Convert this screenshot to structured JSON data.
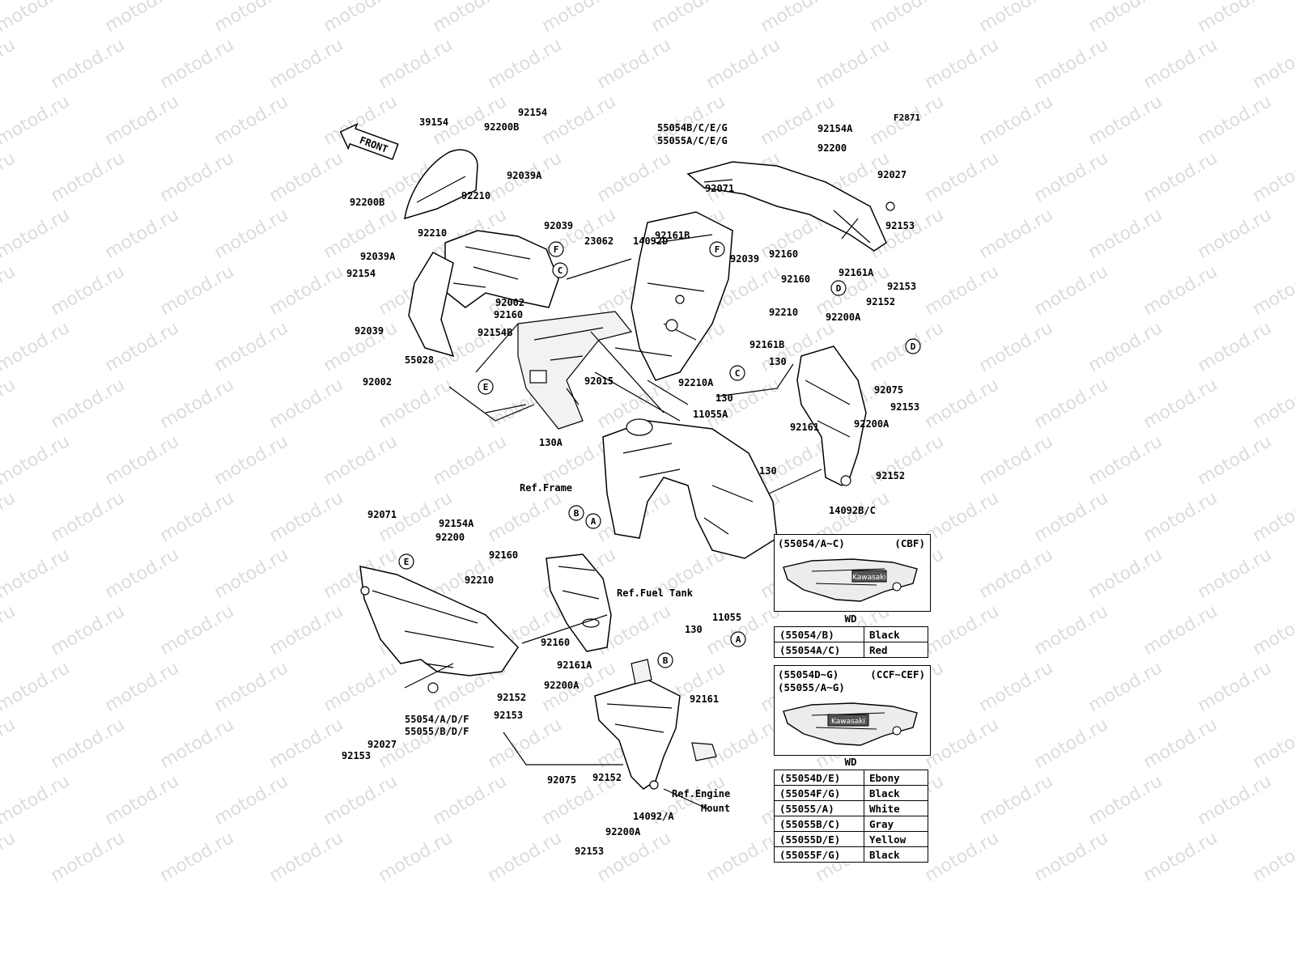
{
  "diagram_code": "F2871",
  "front_label": "FRONT",
  "watermark": "motod.ru",
  "parts": [
    {
      "text": "39154"
    },
    {
      "text": "92200B"
    },
    {
      "text": "92154"
    },
    {
      "text": "92039A"
    },
    {
      "text": "92210"
    },
    {
      "text": "92039"
    },
    {
      "text": "92200B"
    },
    {
      "text": "92210"
    },
    {
      "text": "92154"
    },
    {
      "text": "92039A"
    },
    {
      "text": "92002"
    },
    {
      "text": "92160"
    },
    {
      "text": "92039"
    },
    {
      "text": "92154B"
    },
    {
      "text": "55028"
    },
    {
      "text": "92002"
    },
    {
      "text": "23062"
    },
    {
      "text": "14092D"
    },
    {
      "text": "92161B"
    },
    {
      "text": "92039"
    },
    {
      "text": "55054B/C/E/G"
    },
    {
      "text": "55055A/C/E/G"
    },
    {
      "text": "92154A"
    },
    {
      "text": "92200"
    },
    {
      "text": "92027"
    },
    {
      "text": "92071"
    },
    {
      "text": "92153"
    },
    {
      "text": "92160"
    },
    {
      "text": "92160"
    },
    {
      "text": "92161A"
    },
    {
      "text": "92210"
    },
    {
      "text": "92153"
    },
    {
      "text": "92200A"
    },
    {
      "text": "92152"
    },
    {
      "text": "92161B"
    },
    {
      "text": "130"
    },
    {
      "text": "92210A"
    },
    {
      "text": "92015"
    },
    {
      "text": "130"
    },
    {
      "text": "11055A"
    },
    {
      "text": "92075"
    },
    {
      "text": "92153"
    },
    {
      "text": "92200A"
    },
    {
      "text": "92161"
    },
    {
      "text": "130A"
    },
    {
      "text": "130"
    },
    {
      "text": "92152"
    },
    {
      "text": "Ref.Frame"
    },
    {
      "text": "14092B/C"
    },
    {
      "text": "92071"
    },
    {
      "text": "92154A"
    },
    {
      "text": "92200"
    },
    {
      "text": "92160"
    },
    {
      "text": "92210"
    },
    {
      "text": "Ref.Fuel Tank"
    },
    {
      "text": "11055"
    },
    {
      "text": "130"
    },
    {
      "text": "92160"
    },
    {
      "text": "92161A"
    },
    {
      "text": "92200A"
    },
    {
      "text": "92152"
    },
    {
      "text": "92161"
    },
    {
      "text": "92153"
    },
    {
      "text": "55054/A/D/F"
    },
    {
      "text": "55055/B/D/F"
    },
    {
      "text": "92027"
    },
    {
      "text": "92153"
    },
    {
      "text": "92075"
    },
    {
      "text": "92152"
    },
    {
      "text": "Ref.Engine"
    },
    {
      "text": "Mount"
    },
    {
      "text": "14092/A"
    },
    {
      "text": "92200A"
    },
    {
      "text": "92153"
    }
  ],
  "callouts": [
    "F",
    "C",
    "F",
    "E",
    "D",
    "D",
    "C",
    "B",
    "A",
    "E",
    "B",
    "A"
  ],
  "variant_box_1": {
    "header_left": "(55054/A~C)",
    "header_right": "(CBF)",
    "decal_text": "Kawasaki",
    "wd_label": "WD",
    "rows": [
      {
        "code": "(55054/B)",
        "color": "Black"
      },
      {
        "code": "(55054A/C)",
        "color": "Red"
      }
    ]
  },
  "variant_box_2": {
    "header_line1_left": "(55054D~G)",
    "header_line1_right": "(CCF~CEF)",
    "header_line2": "(55055/A~G)",
    "decal_text": "Kawasaki",
    "wd_label": "WD",
    "rows": [
      {
        "code": "(55054D/E)",
        "color": "Ebony"
      },
      {
        "code": "(55054F/G)",
        "color": "Black"
      },
      {
        "code": "(55055/A)",
        "color": "White"
      },
      {
        "code": "(55055B/C)",
        "color": "Gray"
      },
      {
        "code": "(55055D/E)",
        "color": "Yellow"
      },
      {
        "code": "(55055F/G)",
        "color": "Black"
      }
    ]
  }
}
